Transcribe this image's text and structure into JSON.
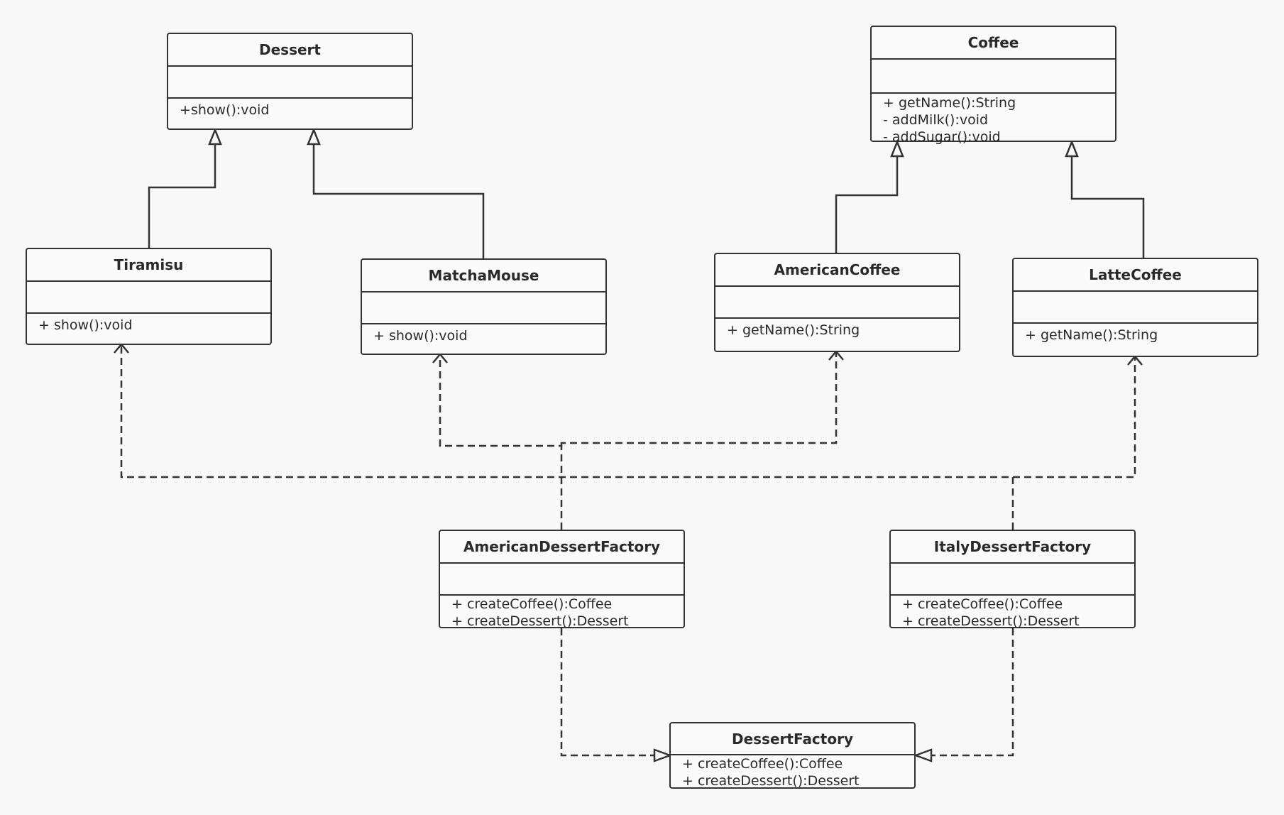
{
  "classes": {
    "dessert": {
      "name": "Dessert",
      "methods": [
        "+show():void"
      ]
    },
    "coffee": {
      "name": "Coffee",
      "methods": [
        "+ getName():String",
        "- addMilk():void",
        "- addSugar():void"
      ]
    },
    "tiramisu": {
      "name": "Tiramisu",
      "methods": [
        "+ show():void"
      ]
    },
    "matchamouse": {
      "name": "MatchaMouse",
      "methods": [
        "+ show():void"
      ]
    },
    "americancoffee": {
      "name": "AmericanCoffee",
      "methods": [
        "+ getName():String"
      ]
    },
    "lattecoffee": {
      "name": "LatteCoffee",
      "methods": [
        "+ getName():String"
      ]
    },
    "americandessertfactory": {
      "name": "AmericanDessertFactory",
      "methods": [
        "+ createCoffee():Coffee",
        "+ createDessert():Dessert"
      ]
    },
    "italydessertfactory": {
      "name": "ItalyDessertFactory",
      "methods": [
        "+ createCoffee():Coffee",
        "+ createDessert():Dessert"
      ]
    },
    "dessertfactory": {
      "name": "DessertFactory",
      "methods": [
        "+ createCoffee():Coffee",
        "+ createDessert():Dessert"
      ]
    }
  },
  "relations": [
    {
      "type": "inheritance",
      "from": "Tiramisu",
      "to": "Dessert"
    },
    {
      "type": "inheritance",
      "from": "MatchaMouse",
      "to": "Dessert"
    },
    {
      "type": "inheritance",
      "from": "AmericanCoffee",
      "to": "Coffee"
    },
    {
      "type": "inheritance",
      "from": "LatteCoffee",
      "to": "Coffee"
    },
    {
      "type": "dependency",
      "from": "AmericanDessertFactory",
      "to": "MatchaMouse"
    },
    {
      "type": "dependency",
      "from": "AmericanDessertFactory",
      "to": "AmericanCoffee"
    },
    {
      "type": "dependency",
      "from": "ItalyDessertFactory",
      "to": "Tiramisu"
    },
    {
      "type": "dependency",
      "from": "ItalyDessertFactory",
      "to": "LatteCoffee"
    },
    {
      "type": "realization",
      "from": "AmericanDessertFactory",
      "to": "DessertFactory"
    },
    {
      "type": "realization",
      "from": "ItalyDessertFactory",
      "to": "DessertFactory"
    }
  ],
  "colors": {
    "line": "#333333",
    "background": "#f8f8f8"
  }
}
